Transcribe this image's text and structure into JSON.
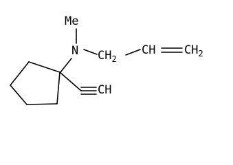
{
  "molecule": {
    "atoms": {
      "methyl": "Me",
      "nitrogen": "N",
      "ch2_a": "CH",
      "ch2_a_sub": "2",
      "ch_alkene": "CH",
      "ch2_b": "CH",
      "ch2_b_sub": "2",
      "alkyne_ch": "CH"
    }
  }
}
